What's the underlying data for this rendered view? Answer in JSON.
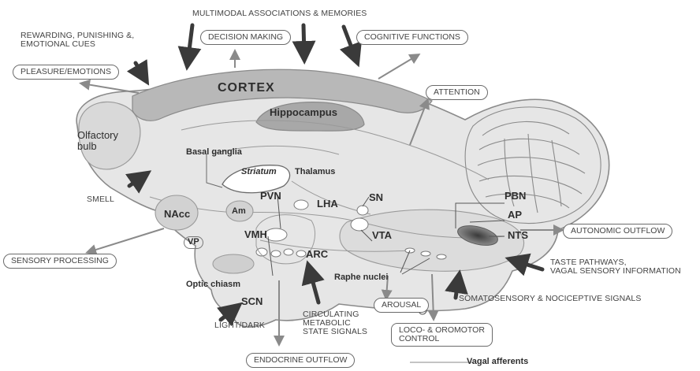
{
  "outputs": {
    "pleasure": "PLEASURE/EMOTIONS",
    "decision": "DECISION MAKING",
    "cognitive": "COGNITIVE FUNCTIONS",
    "attention": "ATTENTION",
    "autonomic": "AUTONOMIC OUTFLOW",
    "sensory_processing": "SENSORY PROCESSING",
    "arousal": "AROUSAL",
    "loco": "LOCO- & OROMOTOR\nCONTROL",
    "endocrine": "ENDOCRINE OUTFLOW"
  },
  "inputs": {
    "multimodal": "MULTIMODAL ASSOCIATIONS & MEMORIES",
    "rewarding": "REWARDING, PUNISHING &,\nEMOTIONAL CUES",
    "smell": "SMELL",
    "taste": "TASTE PATHWAYS,\nVAGAL SENSORY INFORMATION",
    "somato": "SOMATOSENSORY & NOCICEPTIVE SIGNALS",
    "light": "LIGHT/DARK",
    "circulating": "CIRCULATING\nMETABOLIC\nSTATE SIGNALS",
    "vagal_afferents": "Vagal afferents"
  },
  "regions": {
    "cortex": "CORTEX",
    "hippocampus": "Hippocampus",
    "olfactory": "Olfactory\nbulb",
    "basal_ganglia": "Basal ganglia",
    "striatum": "Striatum",
    "thalamus": "Thalamus",
    "nacc": "NAcc",
    "am": "Am",
    "pvn": "PVN",
    "lha": "LHA",
    "sn": "SN",
    "vmh": "VMH",
    "vp": "VP",
    "vta": "VTA",
    "arc": "ARC",
    "raphe": "Raphe nuclei",
    "optic": "Optic chiasm",
    "scn": "SCN",
    "pbn": "PBN",
    "ap": "AP",
    "nts": "NTS"
  }
}
